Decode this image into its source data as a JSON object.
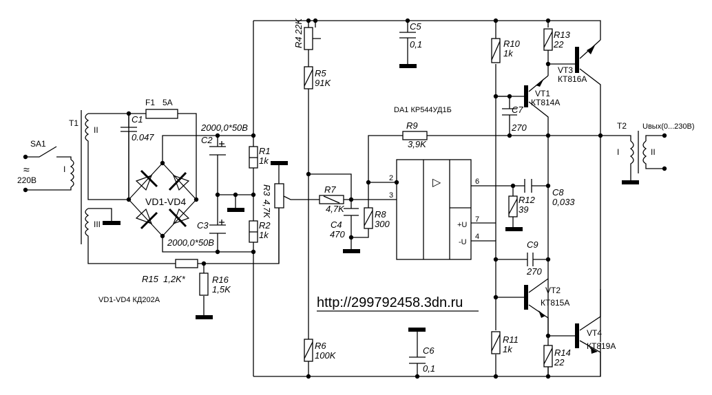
{
  "diagram": {
    "title": "Voltage regulator / amplifier circuit schematic",
    "url": "http://299792458.3dn.ru",
    "diode_note": "VD1-VD4 КД202А",
    "chip_label": "DA1 КР544УД1Б",
    "input": {
      "switch": "SA1",
      "voltage": "220В",
      "tilde": "≈"
    },
    "transformers": {
      "T1": {
        "name": "T1",
        "windings": [
          "I",
          "II",
          "III"
        ]
      },
      "T2": {
        "name": "T2",
        "windings": [
          "I",
          "II"
        ],
        "output": "Uвых(0...230В)"
      }
    },
    "fuse": {
      "name": "F1",
      "value": "5A"
    },
    "bridge": {
      "name": "VD1-VD4"
    },
    "capacitors": {
      "C1": {
        "name": "C1",
        "value": "0.047"
      },
      "C2": {
        "name": "C2",
        "value": "2000,0*50В"
      },
      "C3": {
        "name": "C3",
        "value": "2000,0*50В"
      },
      "C4": {
        "name": "C4",
        "value": "470"
      },
      "C5": {
        "name": "C5",
        "value": "0,1"
      },
      "C6": {
        "name": "C6",
        "value": "0,1"
      },
      "C7": {
        "name": "C7",
        "value": "270"
      },
      "C8": {
        "name": "C8",
        "value": "0,033"
      },
      "C9": {
        "name": "C9",
        "value": "270"
      }
    },
    "resistors": {
      "R1": {
        "name": "R1",
        "value": "1k"
      },
      "R2": {
        "name": "R2",
        "value": "1k"
      },
      "R3": {
        "name": "R3",
        "value": "4,7K"
      },
      "R4": {
        "name": "R4",
        "value": "22K"
      },
      "R5": {
        "name": "R5",
        "value": "91K"
      },
      "R6": {
        "name": "R6",
        "value": "100K"
      },
      "R7": {
        "name": "R7",
        "value": "4,7K"
      },
      "R8": {
        "name": "R8",
        "value": "300"
      },
      "R9": {
        "name": "R9",
        "value": "3,9K"
      },
      "R10": {
        "name": "R10",
        "value": "1k"
      },
      "R11": {
        "name": "R11",
        "value": "1k"
      },
      "R12": {
        "name": "R12",
        "value": "39"
      },
      "R13": {
        "name": "R13",
        "value": "22"
      },
      "R14": {
        "name": "R14",
        "value": "22"
      },
      "R15": {
        "name": "R15",
        "value": "1,2K*"
      },
      "R16": {
        "name": "R16",
        "value": "1,5K"
      }
    },
    "transistors": {
      "VT1": {
        "name": "VT1",
        "type": "КТ814А"
      },
      "VT2": {
        "name": "VT2",
        "type": "КТ815А"
      },
      "VT3": {
        "name": "VT3",
        "type": "КТ816А"
      },
      "VT4": {
        "name": "VT4",
        "type": "КТ819А"
      }
    },
    "opamp": {
      "symbol": "▷",
      "pins": {
        "p2": "2",
        "p3": "3",
        "p6": "6",
        "p7": "7",
        "p4": "4"
      },
      "vplus": "+U",
      "vminus": "-U"
    }
  }
}
